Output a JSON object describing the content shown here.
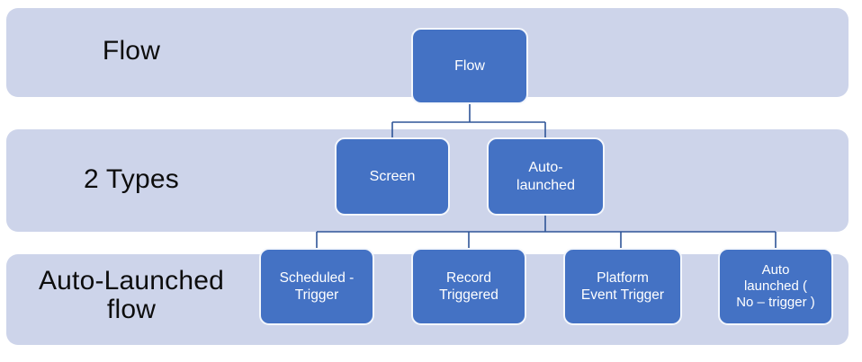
{
  "diagram": {
    "rows": [
      {
        "label": "Flow"
      },
      {
        "label": "2 Types"
      },
      {
        "label": "Auto-Launched\nflow"
      }
    ],
    "nodes": {
      "flow": {
        "label": "Flow"
      },
      "screen": {
        "label": "Screen"
      },
      "auto_launched": {
        "label": "Auto-\nlaunched"
      },
      "scheduled_trigger": {
        "label": "Scheduled -\nTrigger"
      },
      "record_triggered": {
        "label": "Record\nTriggered"
      },
      "platform_event_trigger": {
        "label": "Platform\nEvent Trigger"
      },
      "auto_launched_no_trigger": {
        "label": "Auto\nlaunched (\nNo – trigger )"
      }
    },
    "colors": {
      "band": "#cdd4ea",
      "node_fill": "#4472c4",
      "node_border": "#f4f7fc",
      "connector": "#2f5597",
      "label_text": "#0d0d0d",
      "node_text": "#ffffff"
    }
  }
}
